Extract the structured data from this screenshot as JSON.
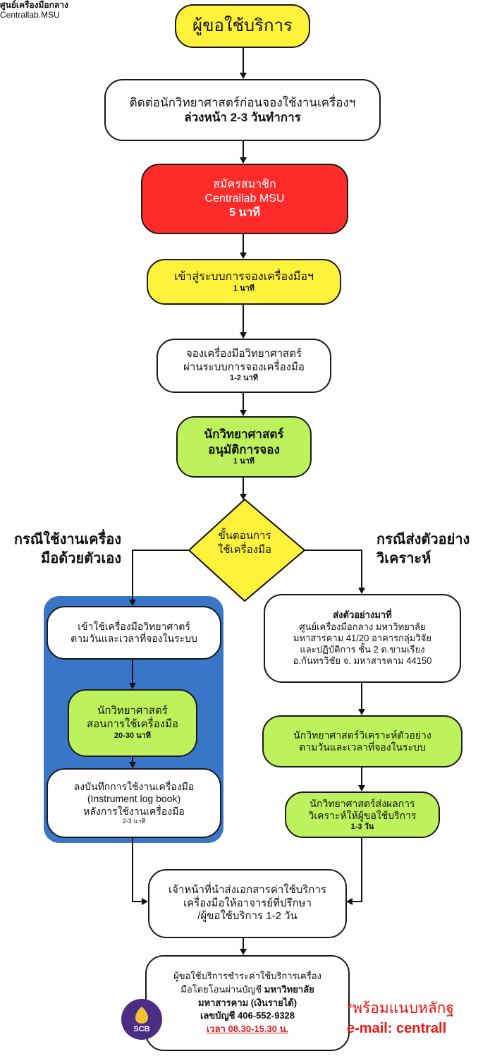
{
  "header": {
    "org_thai": "ศูนย์เครื่องมือกลาง",
    "org_en": "Centrallab.MSU"
  },
  "nodes": {
    "n1": "ผู้ขอใช้บริการ",
    "n2_line1": "ติดต่อนักวิทยาศาสตร์ก่อนจองใช้งานเครื่องฯ",
    "n2_line2": "ล่วงหน้า 2-3 วันทำการ",
    "n3_line1": "สมัครสมาชิก",
    "n3_line2": "Centrallab MSU",
    "n3_line3": "5 นาที",
    "n4_line1": "เข้าสู่ระบบการจองเครื่องมือฯ",
    "n4_time": "1 นาที",
    "n5_line1": "จองเครื่องมือวิทยาศาสตร์",
    "n5_line2": "ผ่านระบบการจองเครื่องมือ",
    "n5_time": "1-2 นาที",
    "n6_line1": "นักวิทยาศาสตร์",
    "n6_line2": "อนุมัติการจอง",
    "n6_time": "1 นาที",
    "decision_line1": "ขั้นตอนการ",
    "decision_line2": "ใช้เครื่องมือ"
  },
  "left_branch": {
    "label_line1": "กรณีใช้งานเครื่อง",
    "label_line2": "มือด้วยตัวเอง",
    "step1_line1": "เข้าใช้เครื่องมือวิทยาศาตร์",
    "step1_line2": "ตามวันและเวลาที่จองในระบบ",
    "step2_line1": "นักวิทยาศาสตร์",
    "step2_line2": "สอนการใช้เครื่องมือ",
    "step2_time": "20-30 นาที",
    "step3_line1": "ลงบันทึกการใช้งานเครื่องมือ",
    "step3_line2": "(Instrument log book)",
    "step3_line3": "หลังการใช้งานเครื่องมือ",
    "step3_time": "2-3 นาที"
  },
  "right_branch": {
    "label_line1": "กรณีส่งตัวอย่าง",
    "label_line2": "วิเคราะห์",
    "step1_title": "ส่งตัวอย่างมาที่",
    "step1_line1": "ศูนย์เครื่องมือกลาง มหาวิทยาลัย",
    "step1_line2": "มหาสารคาม 41/20 อาคารกลุ่มวิจัย",
    "step1_line3": "และปฏิบัติการ ชั้น 2 ต.ขามเรียง",
    "step1_line4": "อ.กันทรวิชัย จ. มหาสารคาม 44150",
    "step2_line1": "นักวิทยาศาสตร์วิเคราะห์ตัวอย่าง",
    "step2_line2": "ตามวันและเวลาที่จองในระบบ",
    "step3_line1": "นักวิทยาศาสตร์ส่งผลการ",
    "step3_line2": "วิเคราะห์ให้ผู้ขอใช้บริการ",
    "step3_time": "1-3 วัน"
  },
  "merge": {
    "line1": "เจ้าหน้าที่นำส่งเอกสารค่าใช้บริการ",
    "line2": "เครื่องมือให้อาจารย์ที่ปรึกษา",
    "line3": "/ผู้ขอใช้บริการ 1-2 วัน"
  },
  "payment": {
    "line1": "ผู้ขอใช้บริการชำระค่าใช้บริการเครื่อง",
    "line2_plain": "มือโดยโอนผ่านบัญชี ",
    "line2_bold": "มหาวิทยาลัย",
    "line3": "มหาสารคาม (เงินรายได้)",
    "line4": "เลขบัญชี 406-552-9328",
    "line5": "เวลา 08.30-15.30 น."
  },
  "bank_logo": {
    "text": "SCB",
    "color": "#4b2d84"
  },
  "promo": {
    "line1": "*พร้อมแนบหลักฐ",
    "line2": "e-mail: centrall",
    "color": "#f01515"
  },
  "colors": {
    "yellow": "#fff23a",
    "red": "#ff2a2a",
    "green": "#bdf25d",
    "blue_panel": "#3a76c8"
  }
}
